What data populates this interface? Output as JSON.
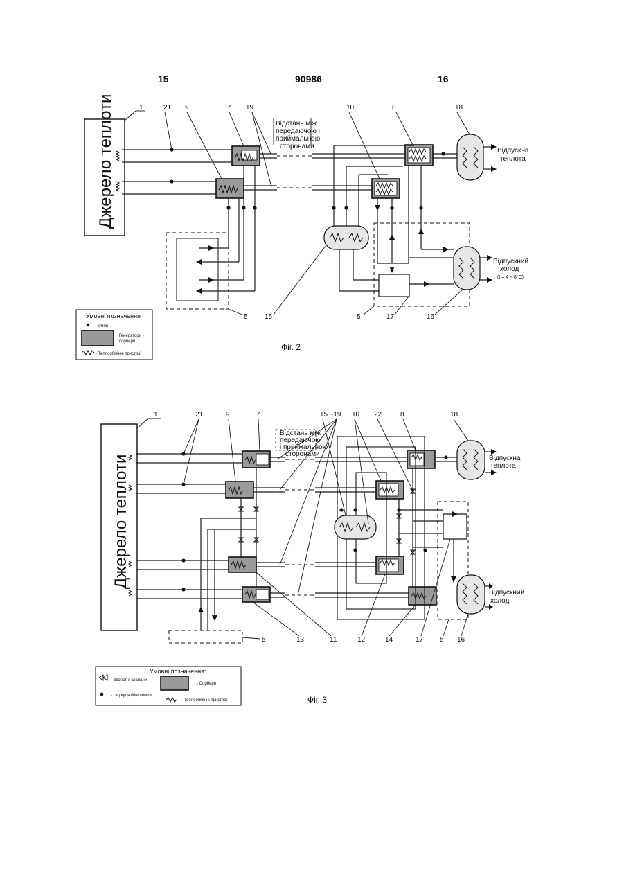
{
  "header": {
    "left_page": "15",
    "patent_number": "90986",
    "right_page": "16"
  },
  "fig2": {
    "caption": "Фіг. 2",
    "source_label": "Джерело теплоти",
    "distance_note": [
      "Відстань між",
      "передаючою і",
      "приймальною",
      "сторонами"
    ],
    "heat_out": [
      "Відпускна",
      "теплота"
    ],
    "cold_out": [
      "Відпускний",
      "холод"
    ],
    "cold_temp": "(t = 4 ÷ 8°C)",
    "refs": {
      "r1": "1",
      "r21": "21",
      "r9": "9",
      "r7": "7",
      "r19": "19",
      "r10": "10",
      "r8": "8",
      "r18": "18",
      "r5a": "5",
      "r15": "15",
      "r5b": "5",
      "r17": "17",
      "r16": "16"
    },
    "legend": {
      "title": "Умовні позначення",
      "pump": "- Помпи",
      "generators": [
        "Генератори -",
        "сорбери"
      ],
      "exchangers": "- Теплообмінні пристрої"
    }
  },
  "fig3": {
    "caption": "Фіг. 3",
    "source_label": "Джерело теплоти",
    "distance_note": [
      "Відстань між",
      "передаючою",
      "і приймальною",
      "сторонами"
    ],
    "heat_out": [
      "Відпускна",
      "теплота"
    ],
    "cold_out": [
      "Відпускний",
      "холод"
    ],
    "refs": {
      "r1": "1",
      "r21": "21",
      "r9": "9",
      "r7": "7",
      "r15": "15",
      "r19": "-19",
      "r10": "10",
      "r22": "22",
      "r8": "8",
      "r18": "18",
      "r5a": "5",
      "r13": "13",
      "r11": "11",
      "r12": "12",
      "r14": "14",
      "r17": "17",
      "r5b": "5",
      "r16": "16"
    },
    "legend": {
      "title": "Умовні позначення:",
      "valves": "- Зворотні клапани",
      "pumps": "- Циркуляційні помпи",
      "sorbers": "- Сорбери",
      "exchangers": "- Теплообмінні пристрої"
    }
  },
  "colors": {
    "ink": "#111111",
    "sorber_fill": "#9a9a9a",
    "tank_fill": "#e6e6e6"
  }
}
